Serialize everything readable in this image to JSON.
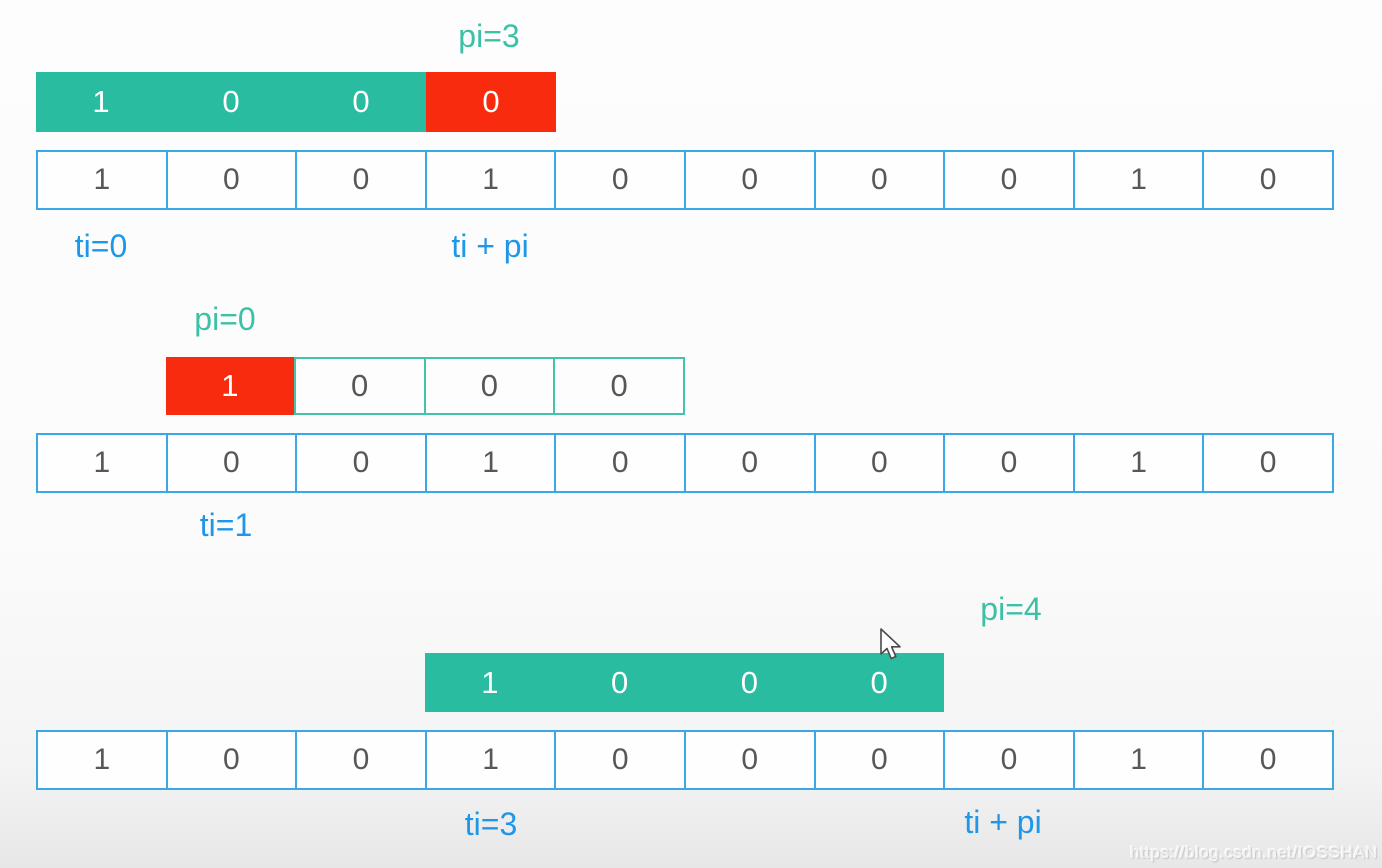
{
  "colors": {
    "teal_fill": "#2abca1",
    "red_fill": "#f92b0e",
    "teal_label_text": "#3cc0a6",
    "blue_label_text": "#1e97e9",
    "blue_cell_border": "#3aa7e6",
    "teal_cell_border": "#45c3a8",
    "digit_gray": "#575757"
  },
  "text_array": [
    "1",
    "0",
    "0",
    "1",
    "0",
    "0",
    "0",
    "0",
    "1",
    "0"
  ],
  "steps": [
    {
      "pi_label": "pi=3",
      "pattern": [
        {
          "value": "1",
          "state": "match"
        },
        {
          "value": "0",
          "state": "match"
        },
        {
          "value": "0",
          "state": "match"
        },
        {
          "value": "0",
          "state": "mismatch"
        }
      ],
      "labels": [
        {
          "text": "ti=0"
        },
        {
          "text": "ti + pi"
        }
      ]
    },
    {
      "pi_label": "pi=0",
      "pattern": [
        {
          "value": "1",
          "state": "mismatch"
        },
        {
          "value": "0",
          "state": "pending"
        },
        {
          "value": "0",
          "state": "pending"
        },
        {
          "value": "0",
          "state": "pending"
        }
      ],
      "labels": [
        {
          "text": "ti=1"
        }
      ]
    },
    {
      "pi_label": "pi=4",
      "pattern": [
        {
          "value": "1",
          "state": "match"
        },
        {
          "value": "0",
          "state": "match"
        },
        {
          "value": "0",
          "state": "match"
        },
        {
          "value": "0",
          "state": "match"
        }
      ],
      "labels": [
        {
          "text": "ti=3"
        },
        {
          "text": "ti + pi"
        }
      ]
    }
  ],
  "watermark": "https://blog.csdn.net/IOSSHAN"
}
